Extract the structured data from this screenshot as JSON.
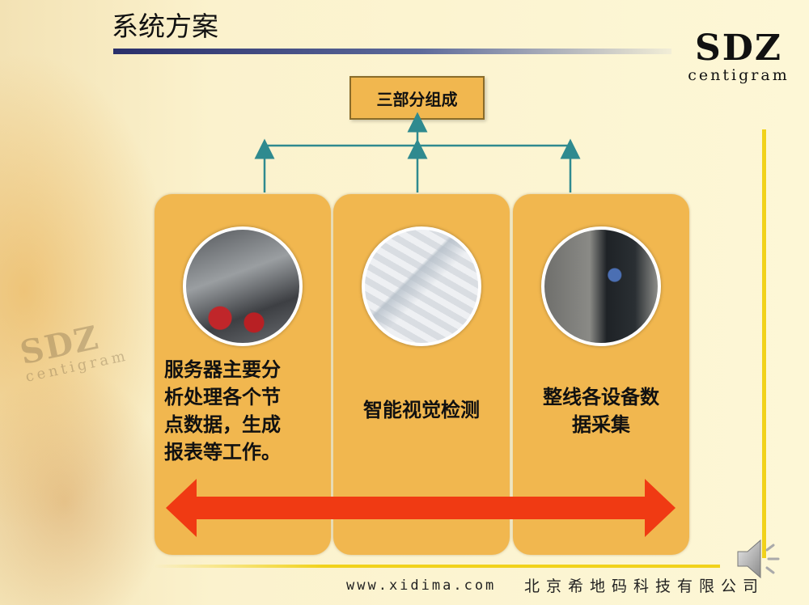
{
  "slide": {
    "title": "系统方案",
    "logo_mark": "SDZ",
    "logo_word": "centigram"
  },
  "diagram": {
    "root": "三部分组成",
    "parts": [
      {
        "text_lines": [
          "服务器主要分",
          "析处理各个节",
          "点数据，生成",
          "报表等工作。"
        ],
        "photo_icon": "factory-line-photo"
      },
      {
        "text_lines": [
          "智能视觉检测"
        ],
        "photo_icon": "production-line-render-photo"
      },
      {
        "text_lines": [
          "整线各设备数",
          "据采集"
        ],
        "photo_icon": "server-cabinet-photo"
      }
    ],
    "arrow": "double-headed-arrow-icon"
  },
  "footer": {
    "url": "www.xidima.com",
    "company": "北京希地码科技有限公司"
  },
  "colors": {
    "panel": "#f1b74f",
    "connector": "#2f8a8f",
    "arrow": "#f03a13",
    "accent_line": "#f1d21b"
  },
  "icons": [
    "speaker-icon"
  ]
}
